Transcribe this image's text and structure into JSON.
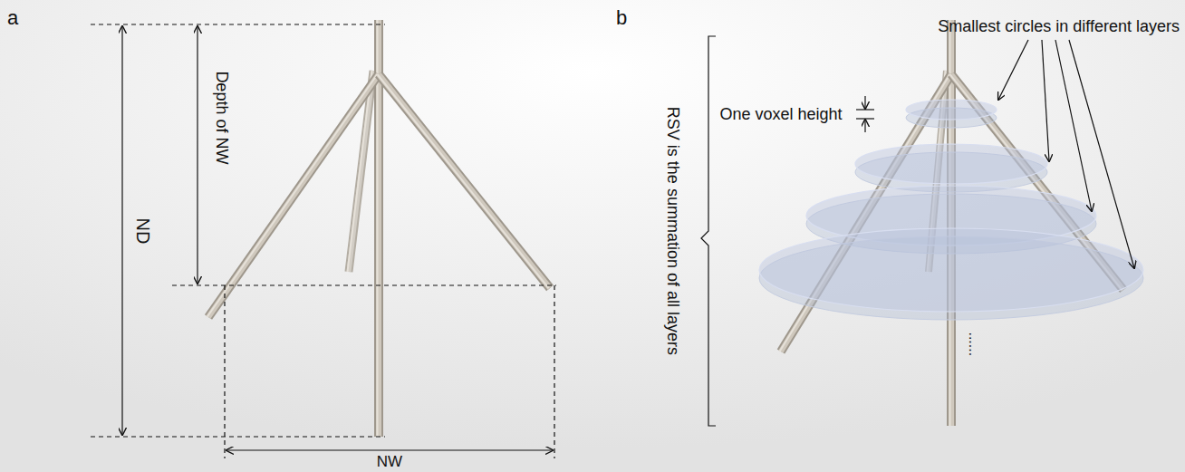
{
  "diagram": {
    "labels": [
      "a",
      "Depth of NW",
      "ND",
      "NW",
      "b",
      "Smallest circles in different layers",
      "One voxel height",
      "RSV is the summation of all layers",
      "......"
    ]
  }
}
